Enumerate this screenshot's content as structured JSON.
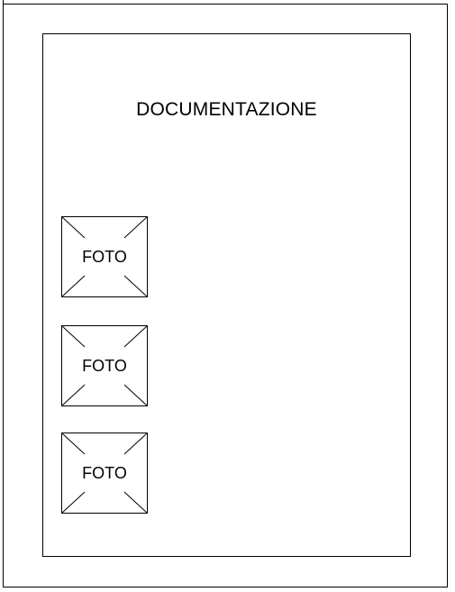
{
  "document": {
    "title": "DOCUMENTAZIONE",
    "photos": [
      {
        "label": "FOTO"
      },
      {
        "label": "FOTO"
      },
      {
        "label": "FOTO"
      }
    ]
  }
}
